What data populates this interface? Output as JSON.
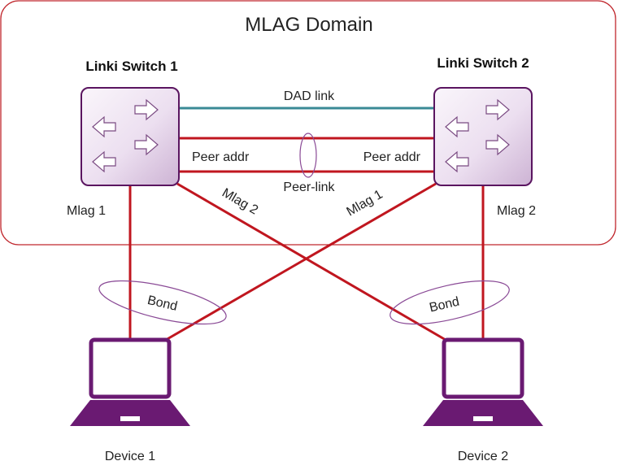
{
  "domain_title": "MLAG Domain",
  "switches": [
    {
      "name": "Linki Switch 1"
    },
    {
      "name": "Linki Switch 2"
    }
  ],
  "links": {
    "dad": "DAD link",
    "peer_addr_left": "Peer addr",
    "peer_addr_right": "Peer addr",
    "peer_link": "Peer-link"
  },
  "mlag_labels": {
    "left_vertical": "Mlag 1",
    "left_diagonal": "Mlag 2",
    "right_diagonal": "Mlag 1",
    "right_vertical": "Mlag 2"
  },
  "bond_labels": {
    "left": "Bond",
    "right": "Bond"
  },
  "devices": [
    {
      "name": "Device 1"
    },
    {
      "name": "Device 2"
    }
  ],
  "colors": {
    "domain_border": "#c0272d",
    "mlag_line": "#c0161f",
    "dad_line": "#3a8a96",
    "switch_border": "#5a1560",
    "switch_fill": "#ecdff0",
    "arrow_fill": "#ffffff",
    "bond_ellipse": "#8a4a96",
    "laptop": "#6a1a72"
  },
  "icons": [
    "switch-icon",
    "laptop-icon"
  ]
}
